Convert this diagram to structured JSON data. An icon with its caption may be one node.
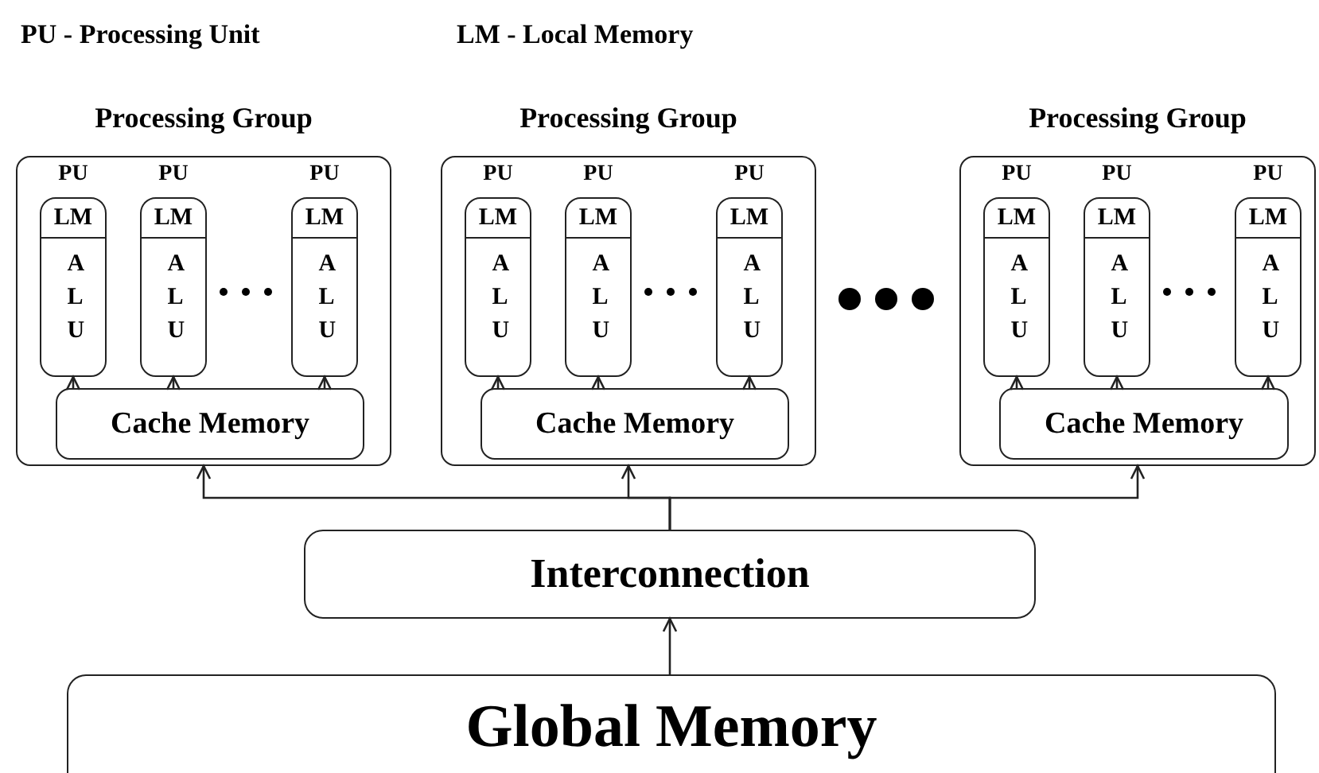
{
  "diagram": {
    "nodes": [
      {
        "text": [
          "Processing Group"
        ]
      },
      {
        "text": [
          "PU",
          "LM",
          "A L U"
        ],
        "in": 0
      },
      {
        "text": [
          "PU",
          "LM",
          "A L U"
        ],
        "in": 0
      },
      {
        "text": [
          "PU",
          "LM",
          "A L U"
        ],
        "in": 0
      },
      {
        "text": [
          "Cache Memory"
        ],
        "in": 0
      },
      {
        "text": [
          "Processing Group"
        ]
      },
      {
        "text": [
          "PU",
          "LM",
          "A L U"
        ],
        "in": 5
      },
      {
        "text": [
          "PU",
          "LM",
          "A L U"
        ],
        "in": 5
      },
      {
        "text": [
          "PU",
          "LM",
          "A L U"
        ],
        "in": 5
      },
      {
        "text": [
          "Cache Memory"
        ],
        "in": 5
      },
      {
        "text": [
          "Processing Group"
        ]
      },
      {
        "text": [
          "PU",
          "LM",
          "A L U"
        ],
        "in": 10
      },
      {
        "text": [
          "PU",
          "LM",
          "A L U"
        ],
        "in": 10
      },
      {
        "text": [
          "PU",
          "LM",
          "A L U"
        ],
        "in": 10
      },
      {
        "text": [
          "Cache Memory"
        ],
        "in": 10
      },
      {
        "text": [
          "Interconnection"
        ]
      },
      {
        "text": [
          "Global Memory"
        ]
      }
    ],
    "edges": [
      {
        "from": 4,
        "to": 1,
        "arrow": "to"
      },
      {
        "from": 4,
        "to": 2,
        "arrow": "to"
      },
      {
        "from": 4,
        "to": 3,
        "arrow": "to"
      },
      {
        "from": 9,
        "to": 6,
        "arrow": "to"
      },
      {
        "from": 9,
        "to": 7,
        "arrow": "to"
      },
      {
        "from": 9,
        "to": 8,
        "arrow": "to"
      },
      {
        "from": 14,
        "to": 11,
        "arrow": "to"
      },
      {
        "from": 14,
        "to": 12,
        "arrow": "to"
      },
      {
        "from": 14,
        "to": 13,
        "arrow": "to"
      },
      {
        "from": 15,
        "to": 0,
        "arrow": "to"
      },
      {
        "from": 15,
        "to": 5,
        "arrow": "to"
      },
      {
        "from": 15,
        "to": 10,
        "arrow": "to"
      },
      {
        "from": 16,
        "to": 15,
        "arrow": "to"
      }
    ],
    "labels": [
      "PU - Processing Unit",
      "LM - Local Memory"
    ]
  }
}
